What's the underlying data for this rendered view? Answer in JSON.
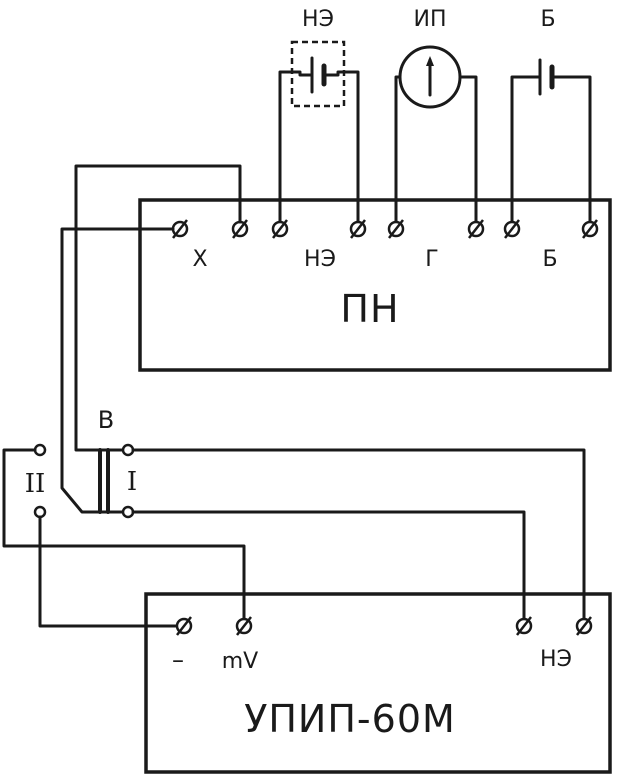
{
  "top_labels": {
    "ne": "НЭ",
    "ip": "ИП",
    "b": "Б"
  },
  "pn": {
    "title": "ПН",
    "terminal_labels": [
      "Х",
      "НЭ",
      "Г",
      "Б"
    ]
  },
  "switch": {
    "label": "В",
    "pos1": "I",
    "pos2": "II"
  },
  "upip": {
    "title": "УПИП-60М",
    "terminal_labels": [
      "–",
      "mV",
      "НЭ"
    ]
  }
}
